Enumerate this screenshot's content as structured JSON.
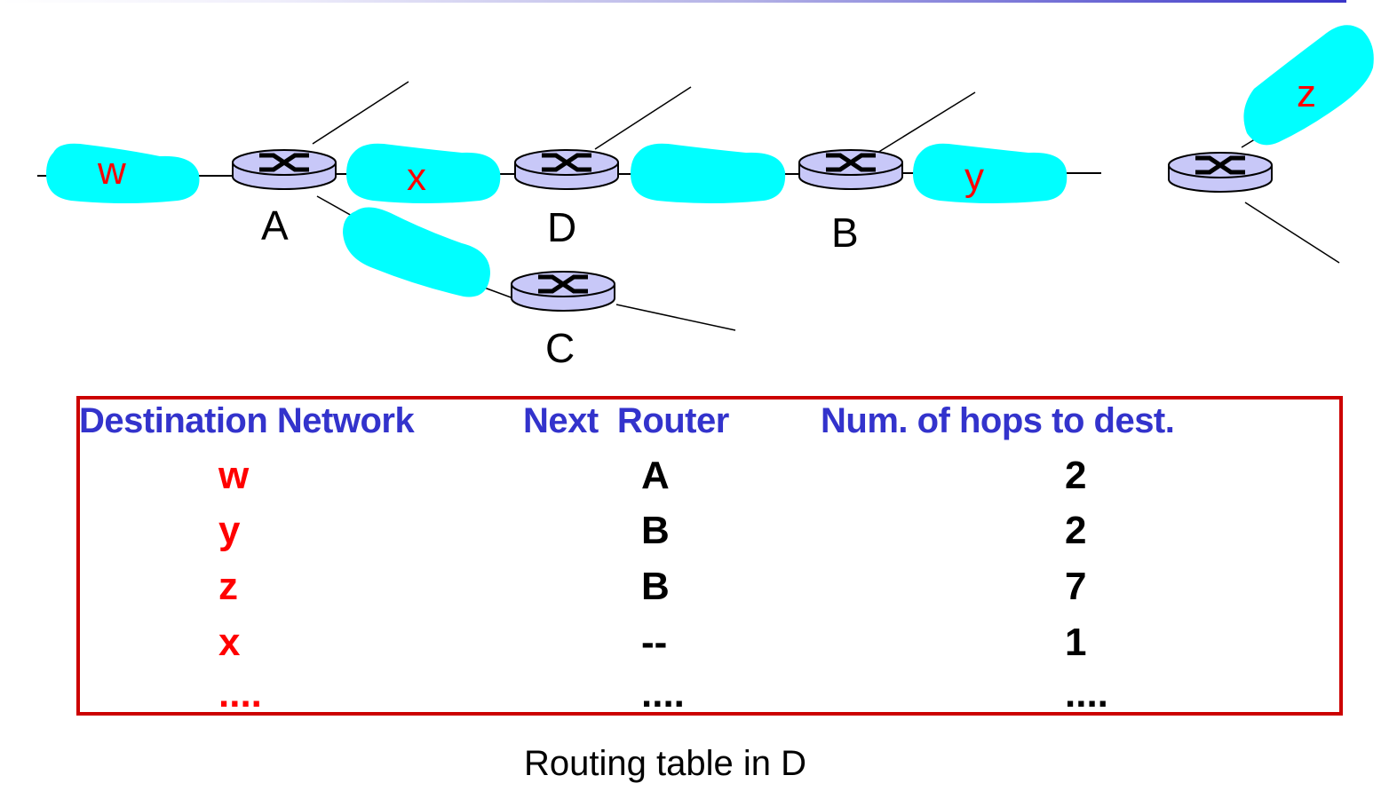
{
  "diagram": {
    "routers": [
      {
        "id": "A",
        "label": "A"
      },
      {
        "id": "D",
        "label": "D"
      },
      {
        "id": "B",
        "label": "B"
      },
      {
        "id": "C",
        "label": "C"
      },
      {
        "id": "E",
        "label": ""
      }
    ],
    "networks": [
      {
        "id": "w",
        "label": "w"
      },
      {
        "id": "x",
        "label": "x"
      },
      {
        "id": "DB",
        "label": ""
      },
      {
        "id": "y",
        "label": "y"
      },
      {
        "id": "AC",
        "label": ""
      },
      {
        "id": "z",
        "label": "z"
      }
    ],
    "colors": {
      "network_fill": "#00ffff",
      "router_fill": "#c8c8f8",
      "network_label": "#ff0000",
      "table_border": "#cc0000",
      "header_text": "#3333cc"
    }
  },
  "routing_table": {
    "headers": {
      "destination": "Destination Network",
      "next_router": "Next  Router",
      "hops": "Num. of hops to dest."
    },
    "rows": [
      {
        "destination": "w",
        "next_router": "A",
        "hops": "2"
      },
      {
        "destination": "y",
        "next_router": "B",
        "hops": "2"
      },
      {
        "destination": "z",
        "next_router": "B",
        "hops": "7"
      },
      {
        "destination": "x",
        "next_router": "--",
        "hops": "1"
      },
      {
        "destination": "....",
        "next_router": "....",
        "hops": "...."
      }
    ]
  },
  "caption": "Routing table in D"
}
